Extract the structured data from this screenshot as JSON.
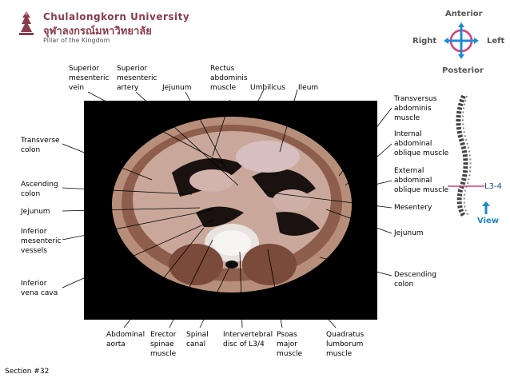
{
  "header": {
    "university_en": "Chulalongkorn University",
    "university_th": "จุฬาลงกรณ์มหาวิทยาลัย",
    "tagline": "Pillar of the Kingdom",
    "logo_icon": "university-crest-icon"
  },
  "orientation": {
    "anterior": "Anterior",
    "posterior": "Posterior",
    "right": "Right",
    "left": "Left",
    "level": "L3-4",
    "view": "View",
    "colors": {
      "cross": "#1e8ad6",
      "ring": "#d6407a",
      "view_arrow": "#1e88c8",
      "level_line": "#d6407a"
    }
  },
  "labels": {
    "sup_mesenteric_vein": "Superior\nmesenteric\nvein",
    "sup_mesenteric_artery": "Superior\nmesenteric\nartery",
    "jejunum_top": "Jejunum",
    "rectus": "Rectus\nabdominis\nmuscle",
    "umbilicus": "Umbilicus",
    "ileum": "Ileum",
    "transverse_colon": "Transverse\ncolon",
    "ascending_colon": "Ascending\ncolon",
    "jejunum_left": "Jejunum",
    "inf_mesenteric": "Inferior\nmesenteric\nvessels",
    "ivc": "Inferior\nvena cava",
    "transversus": "Transversus\nabdominis\nmuscle",
    "internal_oblique": "Internal\nabdominal\noblique muscle",
    "external_oblique": "External\nabdominal\noblique muscle",
    "mesentery": "Mesentery",
    "jejunum_right": "Jejunum",
    "descending_colon": "Descending\ncolon",
    "aorta": "Abdominal\naorta",
    "erector": "Erector\nspinae\nmuscle",
    "spinal_canal": "Spinal\ncanal",
    "disc": "Intervertebral\ndisc of L3/4",
    "psoas": "Psoas\nmajor\nmuscle",
    "quadratus": "Quadratus\nlumborum\nmuscle"
  },
  "footer": {
    "section": "Section #32"
  }
}
